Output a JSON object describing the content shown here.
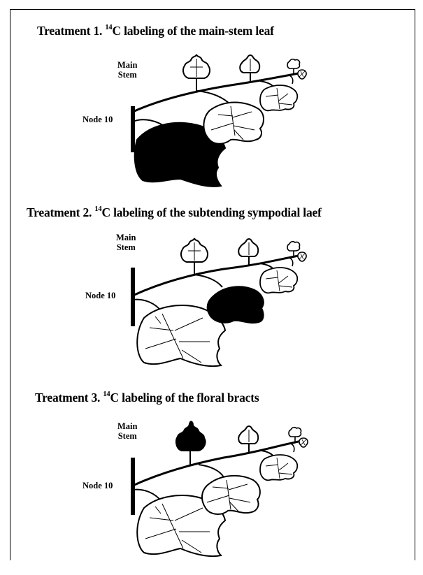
{
  "panels": [
    {
      "title": {
        "prefix": "Treatment 1. ",
        "superscript": "14",
        "suffix": "C labeling of the main-stem leaf"
      },
      "main_stem_label": [
        "Main",
        "Stem"
      ],
      "node_label": "Node 10",
      "labeled_part": "main-stem leaf"
    },
    {
      "title": {
        "prefix": "Treatment 2. ",
        "superscript": "14",
        "suffix": "C labeling of the subtending sympodial laef"
      },
      "main_stem_label": [
        "Main",
        "Stem"
      ],
      "node_label": "Node 10",
      "labeled_part": "subtending sympodial leaf"
    },
    {
      "title": {
        "prefix": "Treatment 3. ",
        "superscript": "14",
        "suffix": "C labeling of the floral bracts"
      },
      "main_stem_label": [
        "Main",
        "Stem"
      ],
      "node_label": "Node 10",
      "labeled_part": "floral bracts"
    }
  ],
  "colors": {
    "ink": "#000000",
    "paper": "#ffffff"
  }
}
